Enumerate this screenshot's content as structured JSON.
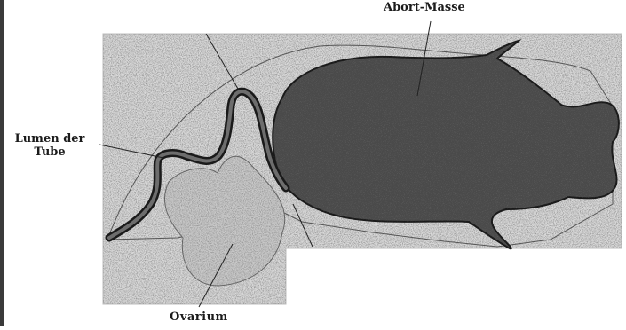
{
  "figure": {
    "labels": {
      "abort_masse": "Abort-Masse",
      "lumen_line1": "Lumen der",
      "lumen_line2": "Tube",
      "ovarium": "Ovarium"
    },
    "colors": {
      "background": "#ffffff",
      "section_fill": "#d8d8d8",
      "stroma_fill": "#c6c6c6",
      "abort_mass_fill": "#4a4a4a",
      "lumen_fill": "#5a5a5a",
      "outline": "#1a1a1a",
      "text": "#1b1b1b"
    }
  }
}
